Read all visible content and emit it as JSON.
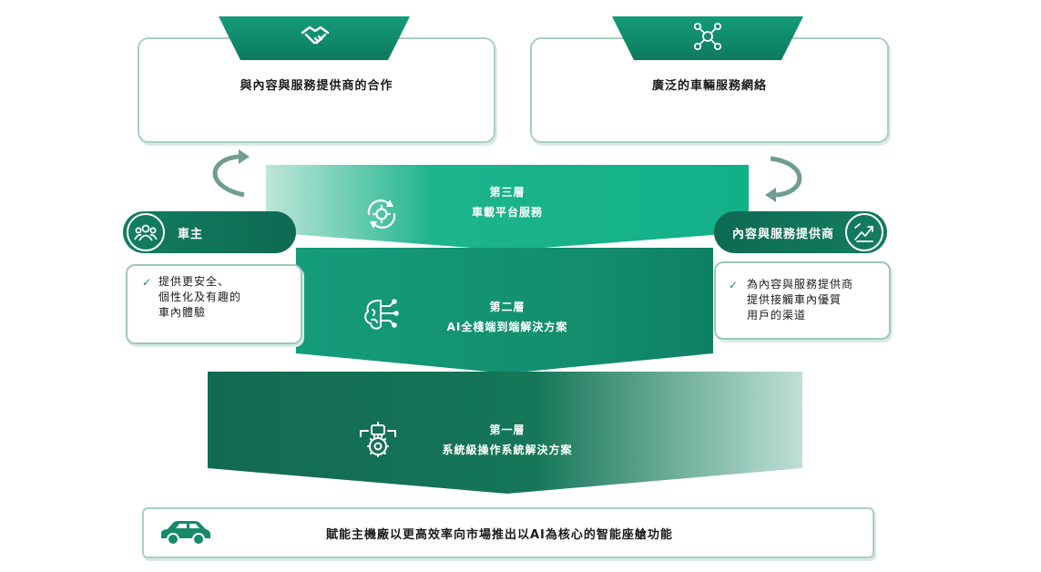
{
  "top_left": {
    "label": "與內容與服務提供商的合作",
    "icon": "handshake-icon"
  },
  "top_right": {
    "label": "廣泛的車輛服務網絡",
    "icon": "network-people-icon"
  },
  "left_pill": {
    "label": "車主",
    "icon": "people-group-icon"
  },
  "left_box": {
    "text": "提供更安全、\n個性化及有趣的\n車內體驗",
    "icon": "checkmark-icon"
  },
  "right_pill": {
    "label": "內容與服務提供商",
    "icon": "growth-chart-icon"
  },
  "right_box": {
    "text": "為內容與服務提供商\n提供接觸車內優質\n用戶的渠道",
    "icon": "checkmark-icon"
  },
  "layers": [
    {
      "title": "第三層",
      "subtitle": "車載平台服務",
      "icon": "gear-cycle-icon"
    },
    {
      "title": "第二層",
      "subtitle": "AI全棧端到端解決方案",
      "icon": "ai-brain-icon"
    },
    {
      "title": "第一層",
      "subtitle": "系統級操作系統解決方案",
      "icon": "chip-gear-icon"
    }
  ],
  "bottom": {
    "text": "賦能主機廠以更高效率向市場推出以AI為核心的智能座艙功能",
    "icon": "car-icon"
  },
  "colors": {
    "dark_green": "#167a5d",
    "mid_green": "#11a07e",
    "light_green": "#15b58d",
    "border": "#a9cfc2"
  }
}
